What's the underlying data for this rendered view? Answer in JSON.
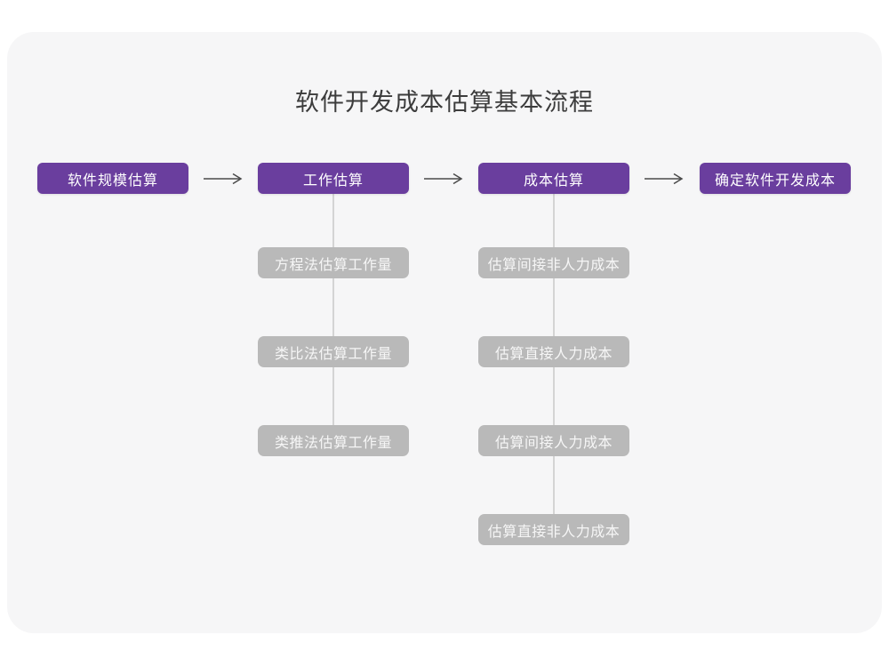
{
  "title": "软件开发成本估算基本流程",
  "colors": {
    "page_background": "#ffffff",
    "card_background": "#f6f6f7",
    "main_step": "#6a3e9e",
    "sub_step": "#b9b9b9",
    "box_text": "#ffffff",
    "title_text": "#3c3c3c",
    "arrow": "#4a4a4a",
    "connector": "#d4d4d4"
  },
  "flow": {
    "main_steps": [
      {
        "label": "软件规模估算",
        "children": []
      },
      {
        "label": "工作估算",
        "children": [
          "方程法估算工作量",
          "类比法估算工作量",
          "类推法估算工作量"
        ]
      },
      {
        "label": "成本估算",
        "children": [
          "估算间接非人力成本",
          "估算直接人力成本",
          "估算间接人力成本",
          "估算直接非人力成本"
        ]
      },
      {
        "label": "确定软件开发成本",
        "children": []
      }
    ]
  }
}
